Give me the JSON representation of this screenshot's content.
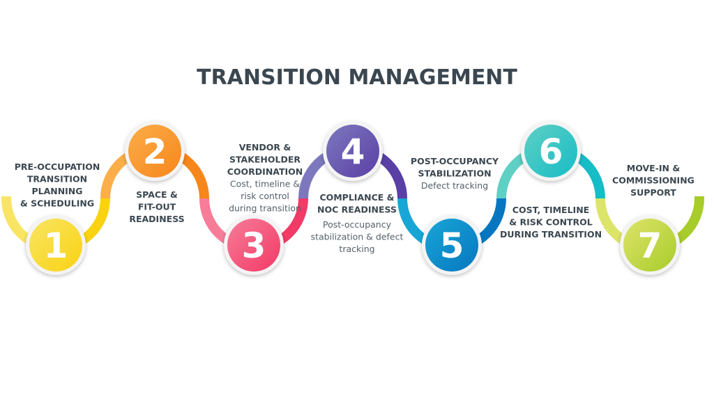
{
  "title": "TRANSITION MANAGEMENT",
  "steps": [
    {
      "number": "1",
      "color": "#f9d312",
      "light": "#f9e463",
      "heading": [
        "PRE-OCCUPATION",
        "TRANSITION",
        "PLANNING",
        "& SCHEDULING"
      ],
      "sub": []
    },
    {
      "number": "2",
      "color": "#f7861b",
      "light": "#fbae4a",
      "heading": [
        "SPACE &",
        "FIT-OUT",
        "READINESS"
      ],
      "sub": []
    },
    {
      "number": "3",
      "color": "#f23a66",
      "light": "#f77c98",
      "heading": [
        "VENDOR &",
        "STAKEHOLDER",
        "COORDINATION"
      ],
      "sub": [
        "Cost, timeline &",
        "risk control",
        "during transition"
      ]
    },
    {
      "number": "4",
      "color": "#5a3fa5",
      "light": "#7d78bd",
      "heading": [
        "COMPLIANCE &",
        "NOC READINESS"
      ],
      "sub": [
        "Post-occupancy",
        "stabilization & defect",
        "tracking"
      ]
    },
    {
      "number": "5",
      "color": "#0776c0",
      "light": "#18a6d6",
      "heading": [
        "POST-OCCUPANCY",
        "STABILIZATION"
      ],
      "sub": [
        "Defect tracking"
      ]
    },
    {
      "number": "6",
      "color": "#16bcc6",
      "light": "#5fd0c4",
      "heading": [
        "COST, TIMELINE",
        "& RISK CONTROL",
        "DURING TRANSITION"
      ],
      "sub": []
    },
    {
      "number": "7",
      "color": "#a8cc2a",
      "light": "#dde46a",
      "heading": [
        "MOVE-IN &",
        "COMMISSIONING",
        "SUPPORT"
      ],
      "sub": []
    }
  ]
}
